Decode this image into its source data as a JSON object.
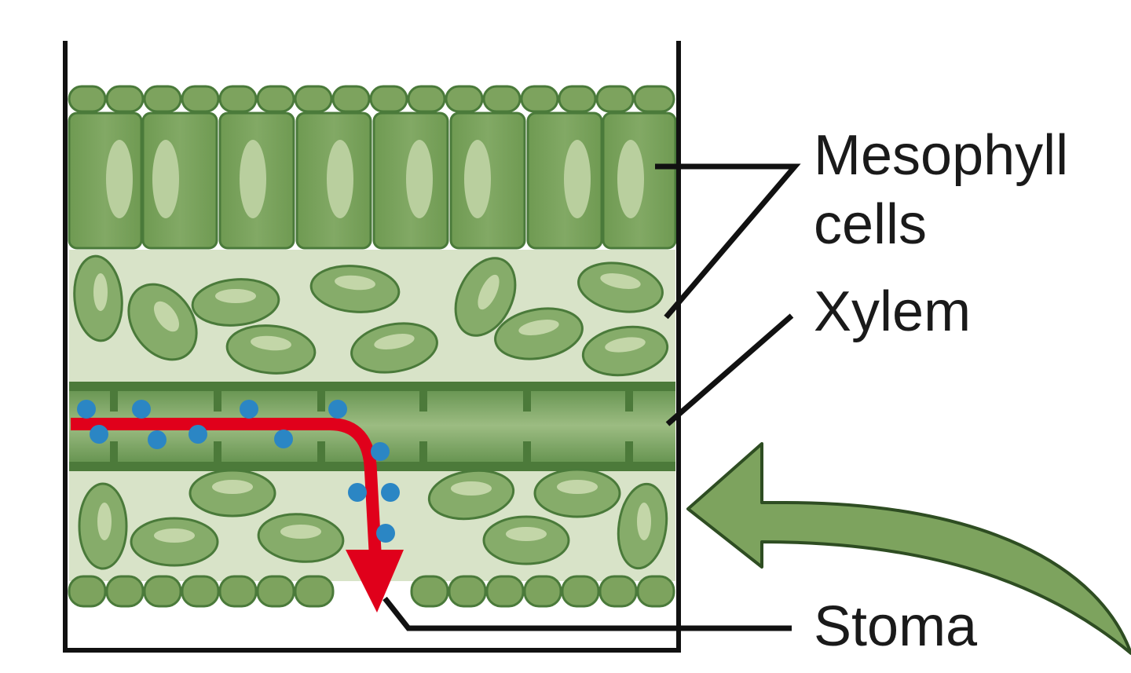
{
  "labels": {
    "mesophyll_line1": "Mesophyll",
    "mesophyll_line2": "cells",
    "xylem": "Xylem",
    "stoma": "Stoma"
  },
  "colors": {
    "cell_fill": "#7da35e",
    "cell_stroke": "#4a7a3a",
    "vacuole": "#b9cf9e",
    "spongy_bg": "#d8e3c8",
    "xylem_dark": "#4c7a3a",
    "water_flow": "#e0001b",
    "water_dot": "#2b86c4",
    "sun_arrow": "#7da35e",
    "line": "#111111"
  }
}
